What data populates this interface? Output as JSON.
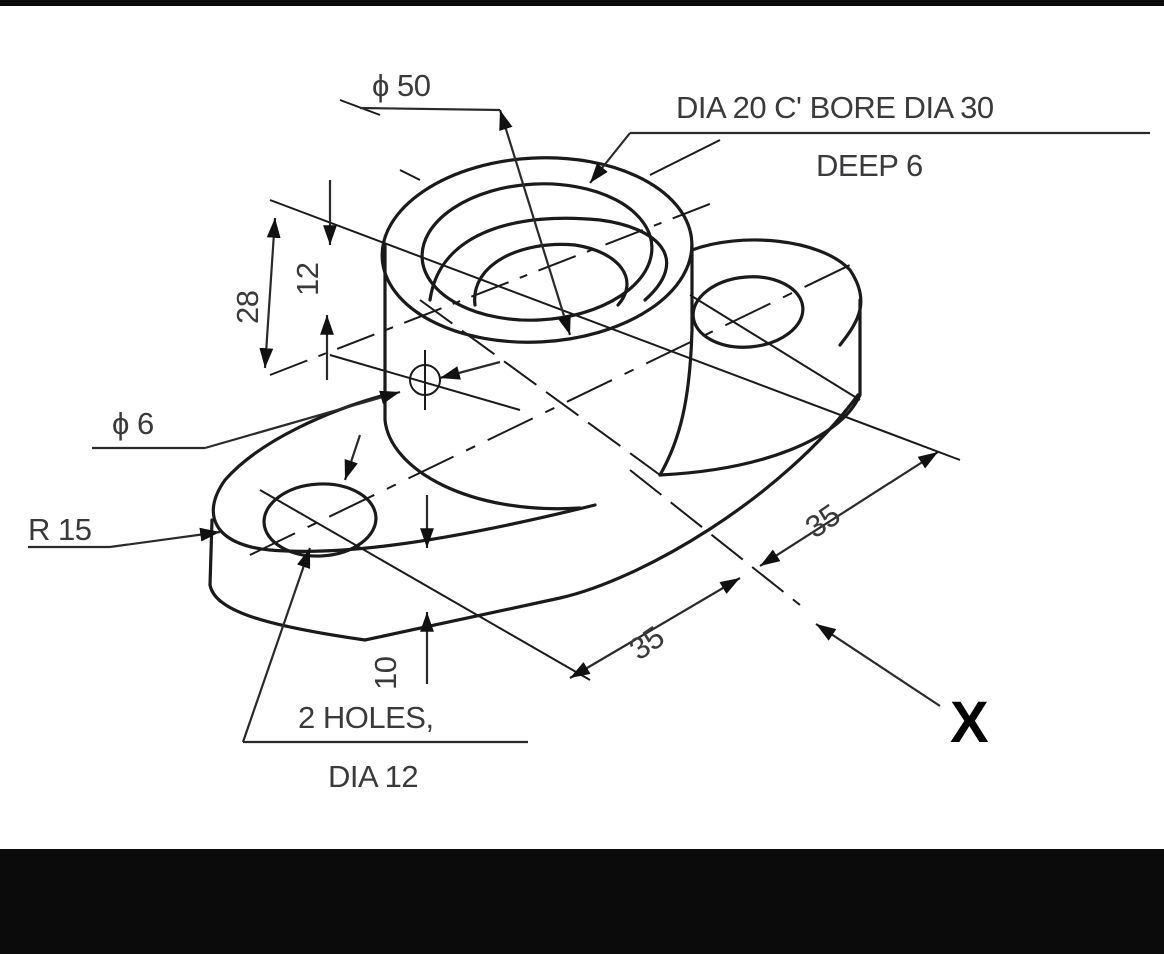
{
  "drawing": {
    "type": "isometric engineering drawing",
    "background": "#ffffff",
    "line_color": "#1a1a1a",
    "label_color": "#3a3a3c",
    "labels": {
      "boss_diameter": "ϕ 50",
      "counterbore_line1": "DIA 20 C' BORE DIA 30",
      "counterbore_line2": "DEEP 6",
      "overall_height": "28",
      "hole_height": "12",
      "small_hole": "ϕ 6",
      "base_radius": "R 15",
      "base_thickness": "10",
      "holes_line1": "2 HOLES,",
      "holes_line2": "DIA 12",
      "half_length_front": "35",
      "half_length_back": "35",
      "view_direction": "X"
    }
  }
}
